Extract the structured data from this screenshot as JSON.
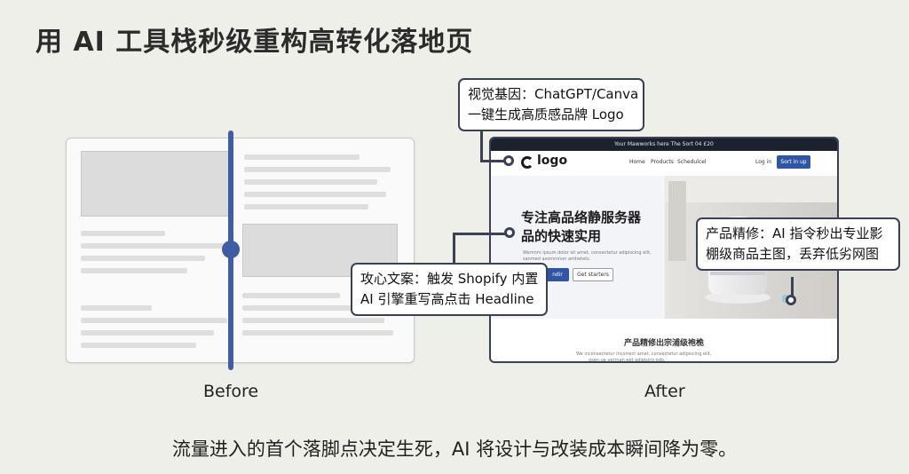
{
  "title": "用 AI 工具栈秒级重构高转化落地页",
  "labels": {
    "before": "Before",
    "after": "After"
  },
  "caption": "流量进入的首个落脚点决定生死，AI 将设计与改装成本瞬间降为零。",
  "callouts": {
    "visual": {
      "line1": "视觉基因：ChatGPT/Canva",
      "line2": "一键生成高质感品牌 Logo"
    },
    "copy": {
      "line1": "攻心文案：触发 Shopify 内置",
      "line2": "AI 引擎重写高点击 Headline"
    },
    "product": {
      "line1": "产品精修：AI 指令秒出专业影",
      "line2": "棚级商品主图，丢弃低劣网图"
    }
  },
  "mockup": {
    "announcement": "Your Mawworks here  The Sort 04 £20",
    "logo": "logo",
    "nav": [
      "Home",
      "Products",
      "Schedulcel"
    ],
    "login": "Log in",
    "cta": "Sort in up",
    "headline_line1": "专注高品络静服务器",
    "headline_line2": "品的快速实用",
    "body_line1": "Wemnm ipsum dolor sit amet, consectetur adipiscing elit,",
    "body_line2": "sanmed asommnon amhetets.",
    "btn_primary": "ndir",
    "btn_secondary": "Get starters",
    "section_title": "产品精修出宗浦级袍桅",
    "section_line1": "We inconsectetur incorrect amet, consectetur adipiscing elit,",
    "section_line2": "gsen ue vetrnan eet adipisins odo."
  },
  "colors": {
    "accent": "#3f5ca6",
    "frame": "#3a4056",
    "cta": "#2f56a6"
  }
}
